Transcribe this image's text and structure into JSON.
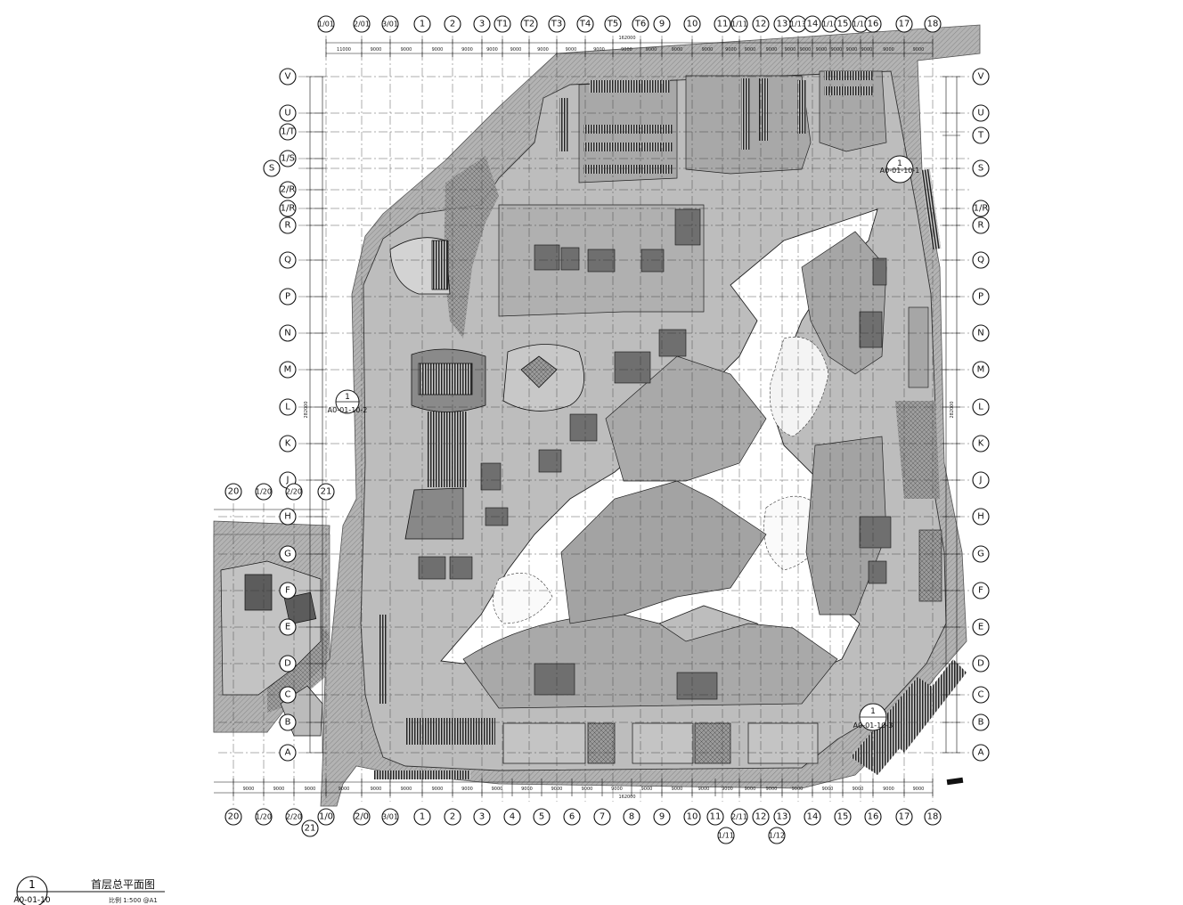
{
  "grid": {
    "top_labels": [
      "1/01",
      "2/01",
      "3/01",
      "1",
      "2",
      "3",
      "T1",
      "T2",
      "T3",
      "T4",
      "T5",
      "T6",
      "9",
      "10",
      "11",
      "1/11",
      "12",
      "13",
      "1/13",
      "14",
      "1/14",
      "15",
      "1/15",
      "16",
      "17",
      "18"
    ],
    "bottom_labels": [
      "20",
      "1/20",
      "2/20",
      "1/0",
      "2/0",
      "3/01",
      "1",
      "2",
      "3",
      "4",
      "5",
      "6",
      "7",
      "8",
      "9",
      "10",
      "11",
      "2/11",
      "12",
      "13",
      "14",
      "15",
      "16",
      "17",
      "18"
    ],
    "bottom_sub_labels": [
      "21",
      "1/11",
      "1/12"
    ],
    "left_labels": [
      "V",
      "U",
      "1/T",
      "1/S",
      "S",
      "2/R",
      "1/R",
      "R",
      "Q",
      "P",
      "N",
      "M",
      "L",
      "K",
      "J",
      "H",
      "G",
      "F",
      "E",
      "D",
      "C",
      "B",
      "A"
    ],
    "right_labels": [
      "V",
      "U",
      "T",
      "S",
      "1/R",
      "R",
      "Q",
      "P",
      "N",
      "M",
      "L",
      "K",
      "J",
      "H",
      "G",
      "F",
      "E",
      "D",
      "C",
      "B",
      "A"
    ],
    "annex_top_labels": [
      "20",
      "1/20",
      "2/20",
      "21"
    ]
  },
  "dimensions": {
    "top_total": "162000",
    "bottom_total": "162000",
    "left_total": "282000",
    "right_total": "282000",
    "typical_bay": "9000",
    "top_first": "11000",
    "bottom_first": "9000"
  },
  "callouts": [
    {
      "num": "1",
      "ref": "A0-01-10-2"
    },
    {
      "num": "1",
      "ref": "A0-01-10-1"
    },
    {
      "num": "1",
      "ref": "A0-01-10-3"
    }
  ],
  "title_block": {
    "number": "1",
    "sheet": "A0-01-10",
    "title": "首层总平面图",
    "scale": "比例 1:500 @A1"
  },
  "colors": {
    "site_fill": "#b9b9b9",
    "hatch_fill": "#a8a8a8",
    "atrium_fill": "#ffffff",
    "line": "#111111"
  }
}
